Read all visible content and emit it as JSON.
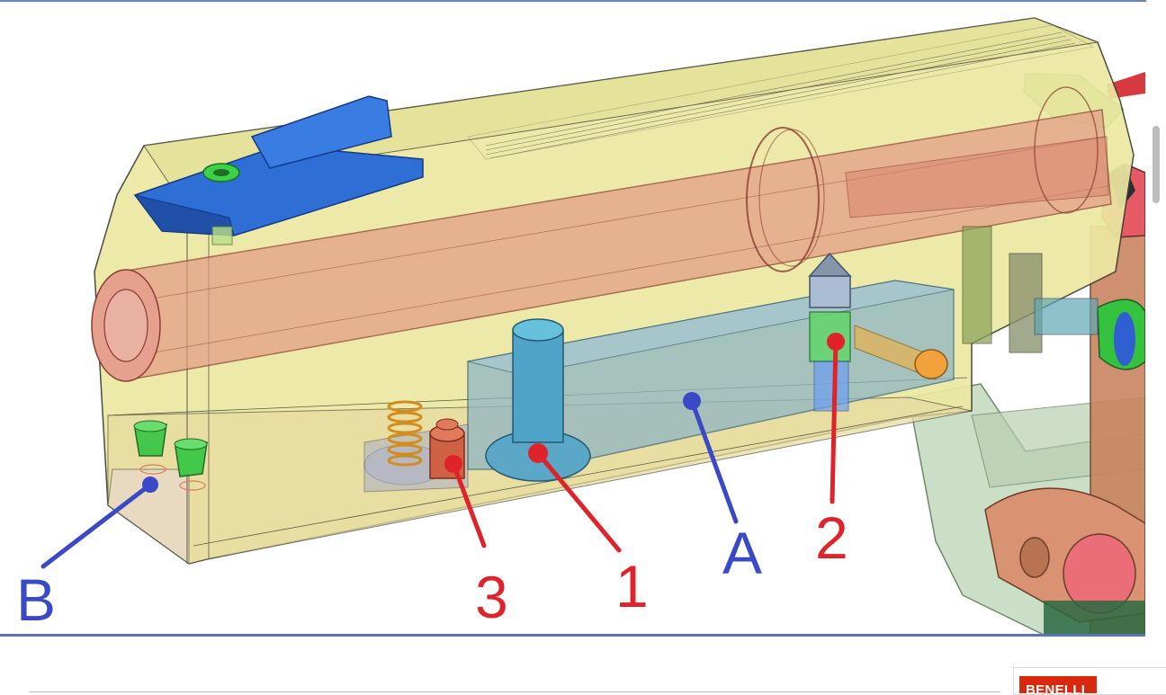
{
  "callouts": {
    "b": "B",
    "three": "3",
    "one": "1",
    "a": "A",
    "two": "2"
  },
  "colors": {
    "red_callout": "#e0222a",
    "blue_callout": "#3a49c6",
    "body_yellow": "#ede9a4",
    "barrel_red": "#e08a78",
    "plate_blue": "#8fb6c4",
    "sight_blue": "#2e6fd6",
    "brand_red": "#d8280e"
  },
  "brand": {
    "name": "BENELLI"
  }
}
